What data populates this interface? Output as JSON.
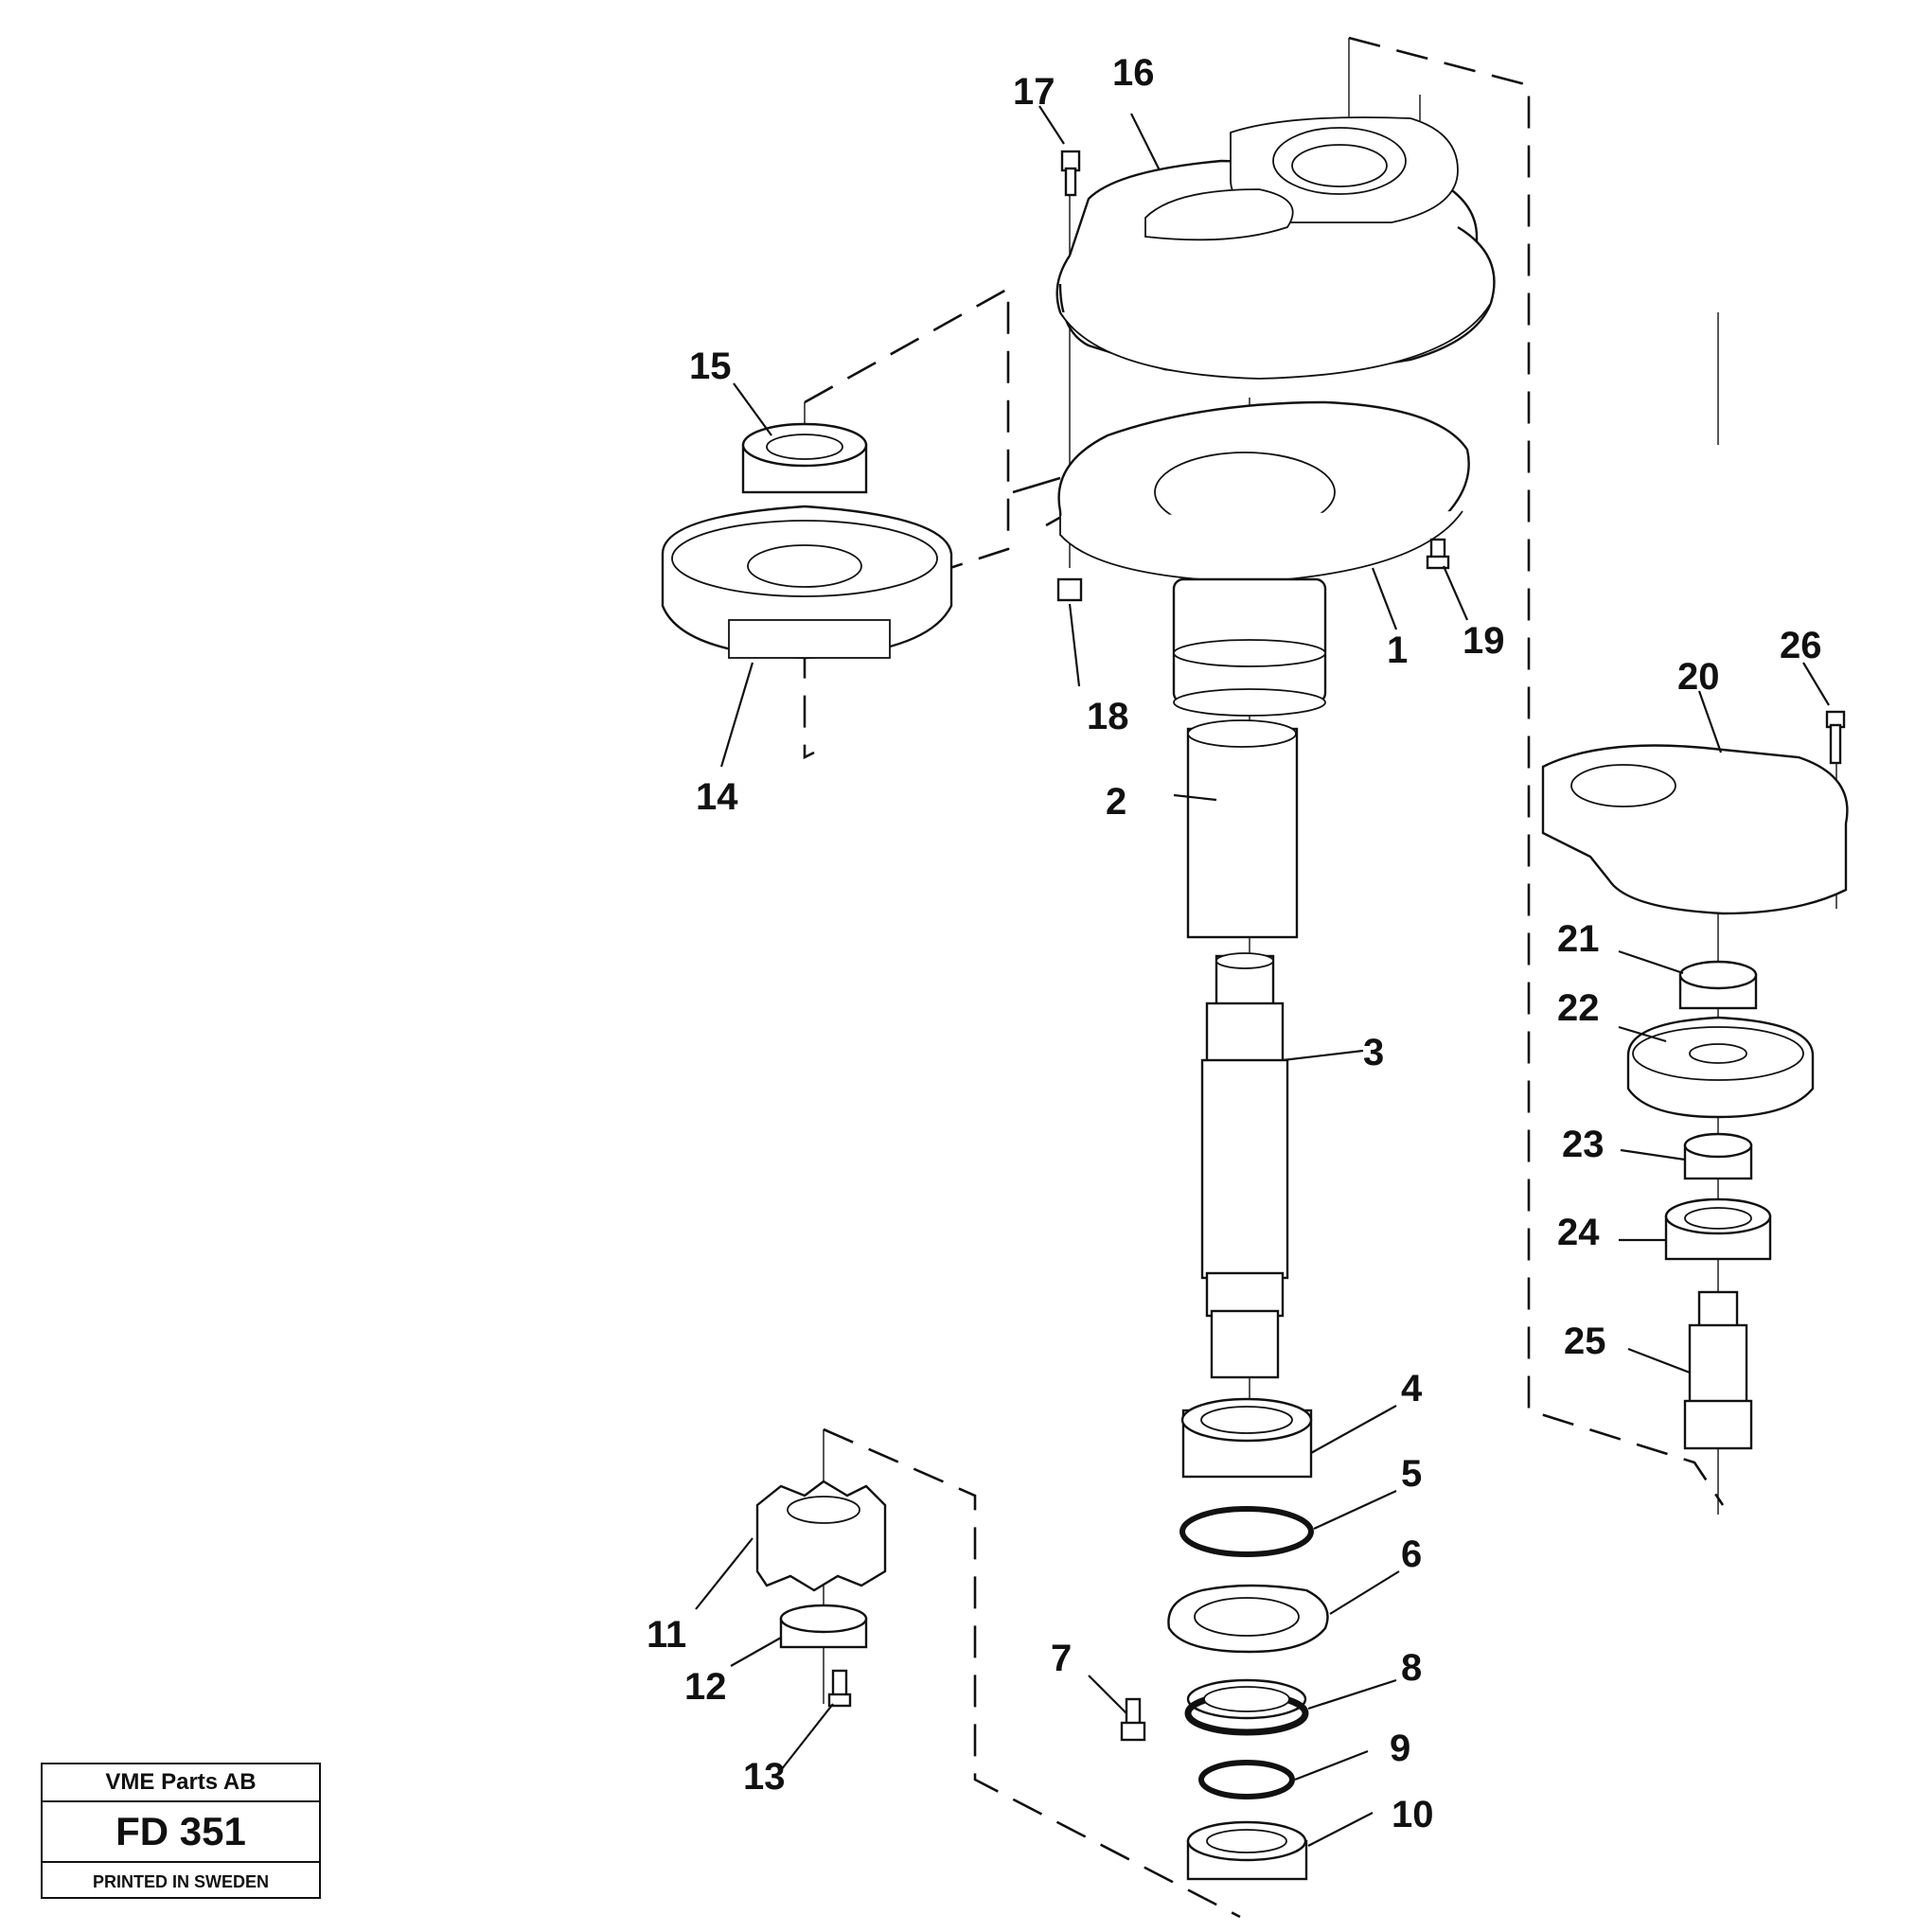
{
  "parts": [
    {
      "id": "label-1",
      "text": "1"
    },
    {
      "id": "label-2",
      "text": "2"
    },
    {
      "id": "label-3",
      "text": "3"
    },
    {
      "id": "label-4",
      "text": "4"
    },
    {
      "id": "label-5",
      "text": "5"
    },
    {
      "id": "label-6",
      "text": "6"
    },
    {
      "id": "label-7",
      "text": "7"
    },
    {
      "id": "label-8",
      "text": "8"
    },
    {
      "id": "label-9",
      "text": "9"
    },
    {
      "id": "label-10",
      "text": "10"
    },
    {
      "id": "label-11",
      "text": "11"
    },
    {
      "id": "label-12",
      "text": "12"
    },
    {
      "id": "label-13",
      "text": "13"
    },
    {
      "id": "label-14",
      "text": "14"
    },
    {
      "id": "label-15",
      "text": "15"
    },
    {
      "id": "label-16",
      "text": "16"
    },
    {
      "id": "label-17",
      "text": "17"
    },
    {
      "id": "label-18",
      "text": "18"
    },
    {
      "id": "label-19",
      "text": "19"
    },
    {
      "id": "label-20",
      "text": "20"
    },
    {
      "id": "label-21",
      "text": "21"
    },
    {
      "id": "label-22",
      "text": "22"
    },
    {
      "id": "label-23",
      "text": "23"
    },
    {
      "id": "label-24",
      "text": "24"
    },
    {
      "id": "label-25",
      "text": "25"
    },
    {
      "id": "label-26",
      "text": "26"
    }
  ],
  "title_block": {
    "company": "VME Parts AB",
    "code": "FD 351",
    "printed": "PRINTED IN SWEDEN"
  }
}
